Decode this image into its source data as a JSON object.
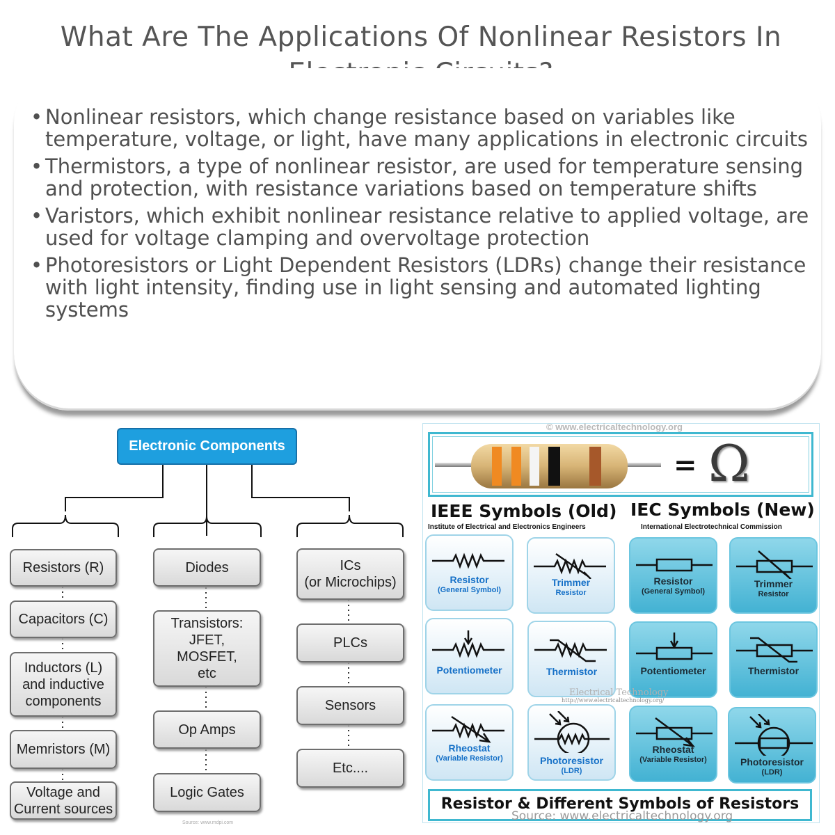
{
  "title": "What Are The Applications Of Nonlinear Resistors In Electronic Circuits?",
  "bullets": [
    "Nonlinear resistors, which change resistance based on variables like temperature, voltage, or light, have many applications in electronic circuits",
    "Thermistors, a type of nonlinear resistor, are used for temperature sensing and protection, with resistance variations based on temperature shifts",
    "Varistors, which exhibit nonlinear resistance relative to applied voltage, are used for voltage clamping and overvoltage protection",
    "Photoresistors or Light Dependent Resistors (LDRs) change their resistance with light intensity, finding use in light sensing and automated lighting systems"
  ],
  "tree": {
    "root": "Electronic Components",
    "col1": [
      "Resistors (R)",
      "Capacitors (C)",
      "Inductors (L)\nand inductive\ncomponents",
      "Memristors (M)",
      "Voltage and\nCurrent sources"
    ],
    "col2": [
      "Diodes",
      "Transistors:\nJFET,\nMOSFET,\netc",
      "Op Amps",
      "Logic Gates"
    ],
    "col3": [
      "ICs\n(or Microchips)",
      "PLCs",
      "Sensors",
      "Etc...."
    ],
    "source": "Source: www.mdpi.com"
  },
  "symbols": {
    "watermark": "© www.electricaltechnology.org",
    "equals": "=",
    "omega": "Ω",
    "ieee_title": "IEEE Symbols (Old)",
    "ieee_sub": "Institute of Electrical and Electronics Engineers",
    "iec_title": "IEC Symbols (New)",
    "iec_sub": "International Electrotechnical Commission",
    "ieee_tiles": [
      {
        "name": "Resistor",
        "sub": "(General Symbol)"
      },
      {
        "name": "Trimmer",
        "sub": "Resistor"
      },
      {
        "name": "Potentiometer",
        "sub": ""
      },
      {
        "name": "Thermistor",
        "sub": ""
      },
      {
        "name": "Rheostat",
        "sub": "(Variable Resistor)"
      },
      {
        "name": "Photoresistor",
        "sub": "(LDR)"
      }
    ],
    "iec_tiles": [
      {
        "name": "Resistor",
        "sub": "(General Symbol)"
      },
      {
        "name": "Trimmer",
        "sub": "Resistor"
      },
      {
        "name": "Potentiometer",
        "sub": ""
      },
      {
        "name": "Thermistor",
        "sub": ""
      },
      {
        "name": "Rheostat",
        "sub": "(Variable Resistor)"
      },
      {
        "name": "Photoresistor",
        "sub": "(LDR)"
      }
    ],
    "mid_watermark": "Electrical Technology",
    "mid_url": "http://www.electricaltechnology.org/",
    "footer": "Resistor & Different Symbols of Resistors",
    "footer_source": "Source: www.electricaltechnology.org"
  },
  "colors": {
    "root_blue": "#1e9fdf",
    "iec_tile": "#43b2d3",
    "ieee_label": "#1570c7",
    "frame": "#3fb8d0"
  }
}
